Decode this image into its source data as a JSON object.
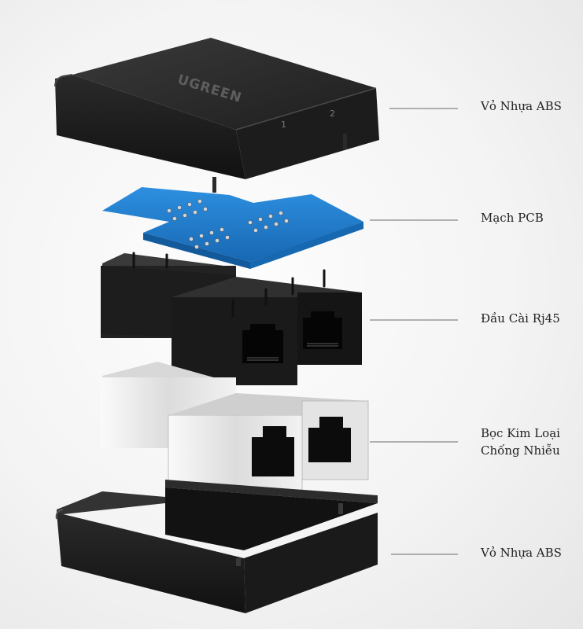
{
  "brand": {
    "logo_text": "UGREEN"
  },
  "port_numbers": [
    "1",
    "2"
  ],
  "labels": {
    "top_shell": "Vỏ Nhựa ABS",
    "pcb": "Mạch PCB",
    "rj45": "Đầu Cài Rj45",
    "shield_line1": "Bọc Kim Loại",
    "shield_line2": "Chống Nhiễu",
    "bottom_shell": "Vỏ Nhựa ABS"
  },
  "colors": {
    "shell": "#2a2a2a",
    "pcb": "#1f7fd0",
    "metal": "#e9e9e9",
    "leader_line": "#6b6b6b"
  }
}
